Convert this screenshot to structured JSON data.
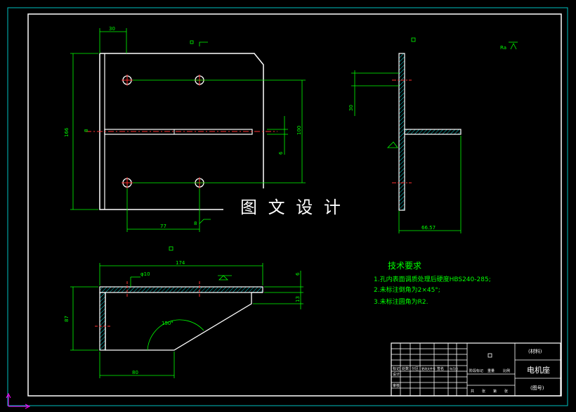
{
  "drawing": {
    "watermark": "图 文 设 计",
    "part_name": "电机座",
    "tech_requirements": {
      "title": "技术要求",
      "items": [
        "1.孔内表面调质处理后硬度HBS240-285;",
        "2.未标注倒角为2×45°;",
        "3.未标注圆角为R2."
      ]
    },
    "dimensions": {
      "top_width": "30",
      "left_height": "166",
      "slot_height": "8",
      "hole_span_v": "100",
      "small_dim": "6",
      "hole_span_h": "77",
      "bottom_small": "8",
      "side_height": "30",
      "side_width": "66.57",
      "bottom_overall": "174",
      "bottom_hole": "φ10",
      "bottom_thickness": "6",
      "bottom_height": "87",
      "bottom_right": "13",
      "bottom_width": "80",
      "angle": "150°"
    },
    "title_block": {
      "material_label": "(材料)",
      "drawing_no_label": "(图号)",
      "row_labels": [
        "标记",
        "处数",
        "分区",
        "更改文件号",
        "签名",
        "年月日"
      ],
      "stage_labels": [
        "阶段标记",
        "重量",
        "比例"
      ],
      "sheet_labels": [
        "共",
        "张",
        "第",
        "张"
      ],
      "approve_label": "审核",
      "design_label": "设计"
    },
    "colors": {
      "outline": "#ffffff",
      "dimension": "#00ff00",
      "center": "#ff3030",
      "frame_outer": "#00c0c0",
      "hatch": "#00e0e0"
    }
  }
}
